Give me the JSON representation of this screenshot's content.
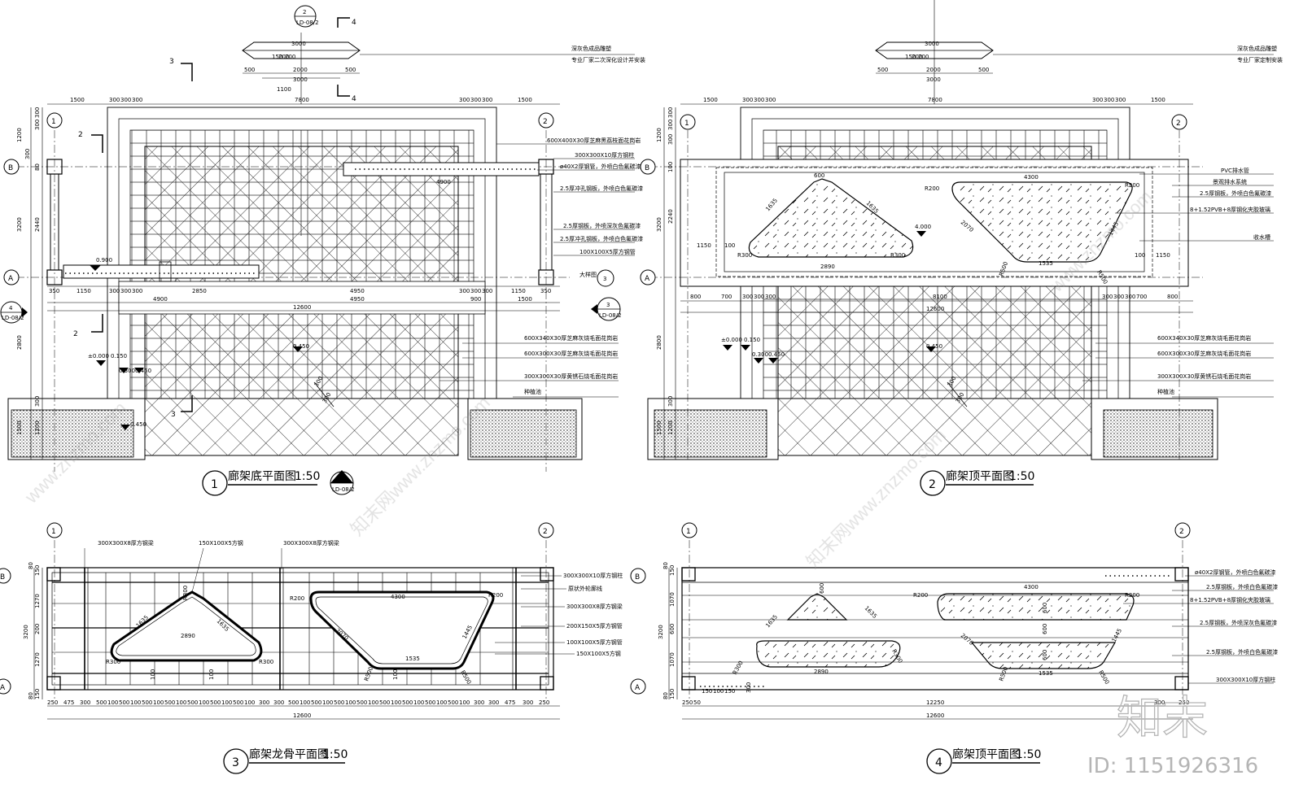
{
  "views": [
    {
      "id": "v1",
      "number": "1",
      "title": "廊架底平面图",
      "scale": "1:50",
      "section_marker": {
        "number": "1",
        "sheet": "LD-08/2"
      },
      "dims_top": [
        "1500",
        "300",
        "300",
        "300",
        "7800",
        "300",
        "300",
        "300",
        "1500"
      ],
      "dims_bottom_row1": [
        "350",
        "1150",
        "300",
        "300",
        "300",
        "2850",
        "4950",
        "300",
        "300",
        "300",
        "1150",
        "350"
      ],
      "dims_bottom_row2": [
        "4900",
        "4950",
        "900",
        "1500"
      ],
      "overall": "12600",
      "dim_4900": "4900",
      "grid_left": "1",
      "grid_right": "2",
      "row_top": "B",
      "row_bottom": "A",
      "section_tags": [
        "2",
        "2",
        "3",
        "3",
        "4",
        "4"
      ],
      "left_dims": [
        "1200",
        "300",
        "300",
        "300",
        "80",
        "3200",
        "2440",
        "2800",
        "300",
        "1500",
        "1200"
      ],
      "levels": [
        "0.900",
        "±0.000",
        "0.150",
        "0.300",
        "0.450",
        "0.450",
        "0.450"
      ],
      "right_labels": [
        "600X400X30厚芝麻黑荔枝面花岗岩",
        "300X300X10厚方钢柱",
        "ø40X2厚钢管，外喷白色氟碳漆",
        "2.5厚冲孔钢板，外喷白色氟碳漆",
        "2.5厚钢板，外喷深灰色氟碳漆",
        "2.5厚冲孔钢板，外喷白色氟碳漆",
        "100X100X5厚方钢管",
        "大样图",
        "600X340X30厚芝麻灰烧毛面花岗岩",
        "600X300X30厚芝麻灰烧毛面花岗岩",
        "300X300X30厚黄锈石烧毛面花岗岩",
        "种植池"
      ],
      "callout_left": {
        "number": "4",
        "sheet": "LD-08/2"
      },
      "callout_right": {
        "number": "3",
        "sheet": "LD-08/2"
      },
      "callout_top": {
        "number": "2",
        "sheet": "LD-08/2"
      },
      "cap_dims": [
        "3000",
        "150",
        "200",
        "200",
        "2000",
        "500",
        "500",
        "3000",
        "1100"
      ],
      "cap_labels": [
        "深灰色成品雕塑",
        "专业厂家二次深化设计并安装"
      ],
      "cut_dims": [
        "300",
        "300"
      ],
      "detail_tag": "3"
    },
    {
      "id": "v2",
      "number": "2",
      "title": "廊架顶平面图",
      "scale": "1:50",
      "dims_top": [
        "1500",
        "300",
        "300",
        "300",
        "7800",
        "300",
        "300",
        "300",
        "1500"
      ],
      "dims_bottom_row1": [
        "800",
        "700",
        "300",
        "300",
        "300",
        "8100",
        "300",
        "300",
        "300",
        "700",
        "800"
      ],
      "overall": "12600",
      "grid_left": "1",
      "grid_right": "2",
      "row_top": "B",
      "row_bottom": "A",
      "left_dims": [
        "1200",
        "300",
        "300",
        "300",
        "100",
        "3200",
        "2240",
        "2800",
        "300",
        "1200",
        "1500"
      ],
      "opening_dims": [
        "600",
        "1635",
        "1635",
        "R300",
        "R300",
        "2890",
        "1150",
        "100",
        "R200",
        "R200",
        "4300",
        "2070",
        "1445",
        "R500",
        "R500",
        "1535",
        "100",
        "1150"
      ],
      "levels": [
        "4.000",
        "±0.000",
        "0.150",
        "0.300",
        "0.450",
        "0.450"
      ],
      "right_labels": [
        "PVC排水管",
        "景观排水系统",
        "2.5厚钢板，外喷白色氟碳漆",
        "8+1.52PVB+8厚钢化夹胶玻璃",
        "收水槽",
        "600X340X30厚芝麻灰烧毛面花岗岩",
        "600X300X30厚芝麻灰烧毛面花岗岩",
        "300X300X30厚黄锈石烧毛面花岗岩",
        "种植池"
      ],
      "cap_dims": [
        "3000",
        "150",
        "200",
        "200",
        "2000",
        "500",
        "500",
        "3000"
      ],
      "cap_labels": [
        "深灰色成品雕塑",
        "专业厂家定制安装"
      ],
      "cut_dims": [
        "300",
        "300"
      ]
    },
    {
      "id": "v3",
      "number": "3",
      "title": "廊架龙骨平面图",
      "scale": "1:50",
      "grid_left": "1",
      "grid_right": "2",
      "row_top": "B",
      "row_bottom": "A",
      "top_labels": [
        "300X300X8厚方钢梁",
        "150X100X5方钢",
        "300X300X8厚方钢梁"
      ],
      "right_labels": [
        "300X300X10厚方钢柱",
        "原状外轮廓线",
        "300X300X8厚方钢梁",
        "200X150X5厚方钢管",
        "100X100X5厚方钢管",
        "150X100X5方钢"
      ],
      "left_dims": [
        "80",
        "150",
        "1270",
        "3200",
        "200",
        "1270",
        "80",
        "150"
      ],
      "opening_dims": [
        "R300",
        "1635",
        "1635",
        "R300",
        "2890",
        "R300",
        "R200",
        "4300",
        "R200",
        "2070",
        "1445",
        "R500",
        "1535",
        "R500",
        "100",
        "100",
        "100"
      ],
      "dims_bottom_row1": [
        "250",
        "475",
        "300",
        "500",
        "100",
        "500",
        "100",
        "500",
        "100",
        "500",
        "100",
        "500",
        "100",
        "500",
        "100",
        "500",
        "100",
        "300",
        "300",
        "500",
        "100",
        "500",
        "100",
        "500",
        "100",
        "500",
        "100",
        "500",
        "100",
        "500",
        "100",
        "500",
        "100",
        "500",
        "100",
        "300",
        "300",
        "475",
        "300",
        "250"
      ],
      "overall": "12600"
    },
    {
      "id": "v4",
      "number": "4",
      "title": "廊架顶平面图",
      "scale": "1:50",
      "grid_left": "1",
      "grid_right": "2",
      "row_top": "B",
      "row_bottom": "A",
      "right_labels": [
        "ø40X2厚钢管，外喷白色氟碳漆",
        "2.5厚钢板，外喷白色氟碳漆",
        "8+1.52PVB+8厚钢化夹胶玻璃",
        "2.5厚钢板，外喷深灰色氟碳漆",
        "2.5厚钢板，外喷白色氟碳漆",
        "300X300X10厚方钢柱"
      ],
      "left_dims": [
        "80",
        "150",
        "1070",
        "3200",
        "600",
        "1070",
        "80",
        "150"
      ],
      "opening_dims": [
        "600",
        "1635",
        "1635",
        "R300",
        "2890",
        "R300",
        "R200",
        "4300",
        "R200",
        "600",
        "600",
        "600",
        "2070",
        "1445",
        "R500",
        "1535",
        "R500"
      ],
      "bottom_small": [
        "250",
        "50",
        "150",
        "100",
        "150",
        "300",
        "300",
        "250"
      ],
      "dim_12250": "12250",
      "overall": "12600"
    }
  ],
  "watermarks": [
    "www.znzmo.com",
    "知末网www.znzmo.com"
  ],
  "brand": {
    "logo_text": "知末",
    "id_text": "ID: 1151926316"
  }
}
